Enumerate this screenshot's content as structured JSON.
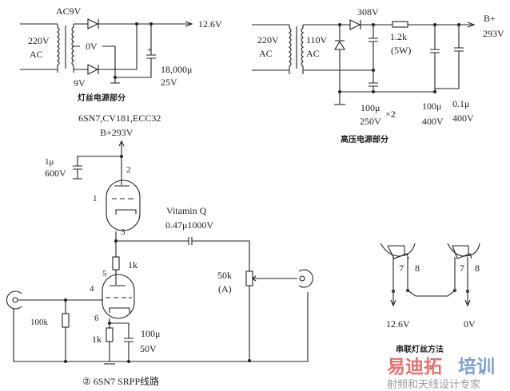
{
  "filament_supply": {
    "caption": "灯丝电源部分",
    "primary": [
      "220V",
      "AC"
    ],
    "secondary_top": "AC9V",
    "center_tap": "0V",
    "secondary_bottom": "9V",
    "output": "12.6V",
    "capacitor": [
      "18,000μ",
      "25V"
    ]
  },
  "hv_supply": {
    "caption": "高压电源部分",
    "primary": [
      "220V",
      "AC"
    ],
    "secondary": [
      "110V",
      "AC"
    ],
    "diode_voltage": "308V",
    "resistor": [
      "1.2k",
      "(5W)"
    ],
    "output": [
      "B+",
      "293V"
    ],
    "caps_doubler": [
      "100μ",
      "250V",
      "×2"
    ],
    "cap_filter": [
      "100μ",
      "400V"
    ],
    "cap_bypass": [
      "0.1μ",
      "400V"
    ]
  },
  "srpp": {
    "tube_types": "6SN7,CV181,ECC32",
    "supply": "B+293V",
    "bypass_cap": [
      "1μ",
      "600V"
    ],
    "pins": [
      "1",
      "2",
      "3",
      "4",
      "5",
      "6"
    ],
    "coupling_cap": [
      "Vitamin Q",
      "0.47μ1000V"
    ],
    "plate_resistor": "1k",
    "cathode_resistor": "1k",
    "cathode_cap": [
      "100μ",
      "50V"
    ],
    "grid_resistor": "100k",
    "pot": [
      "50k",
      "(A)"
    ],
    "caption": "② 6SN7 SRPP线路"
  },
  "series_heater": {
    "pins_left": [
      "7",
      "8"
    ],
    "pins_right": [
      "7",
      "8"
    ],
    "left_voltage": "12.6V",
    "right_voltage": "0V",
    "caption": "串联灯丝方法"
  },
  "watermark": {
    "brand_red": "易迪拓",
    "brand_blue": "培训",
    "tagline": "射频和天线设计专家",
    "red_color": "#e05a5a",
    "blue_color": "#6a8fc4"
  }
}
